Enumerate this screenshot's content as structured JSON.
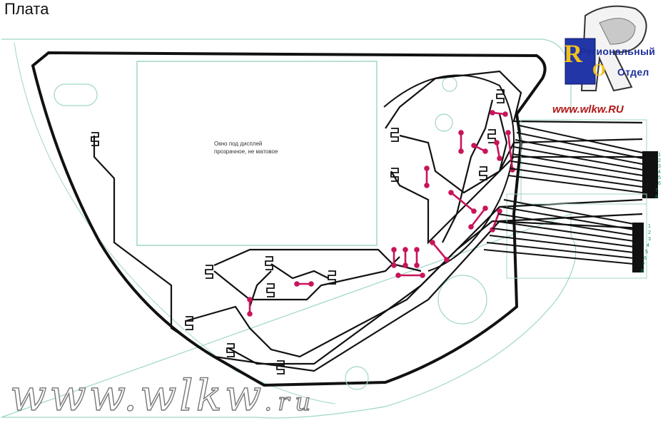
{
  "page": {
    "title": "Плата"
  },
  "board": {
    "window_caption_line1": "Окно под дисплей",
    "window_caption_line2": "прозрачное, не матовое",
    "connector_pins_top": [
      "1",
      "2",
      "3",
      "4",
      "5",
      "6",
      "7",
      "8"
    ],
    "connector_pins_bottom": [
      "1",
      "2",
      "3",
      "4",
      "5",
      "6",
      "7",
      "8"
    ],
    "colors": {
      "trace": "#111111",
      "outline": "#7fc8b8",
      "via": "#c8145a",
      "pin_label": "#0a8a6a"
    }
  },
  "logo": {
    "line1": "Региональный",
    "line2": "Отдел",
    "url": "www.wlkw.RU"
  },
  "watermark": {
    "text_main": "www.wlkw",
    "text_suffix": ".ru"
  }
}
